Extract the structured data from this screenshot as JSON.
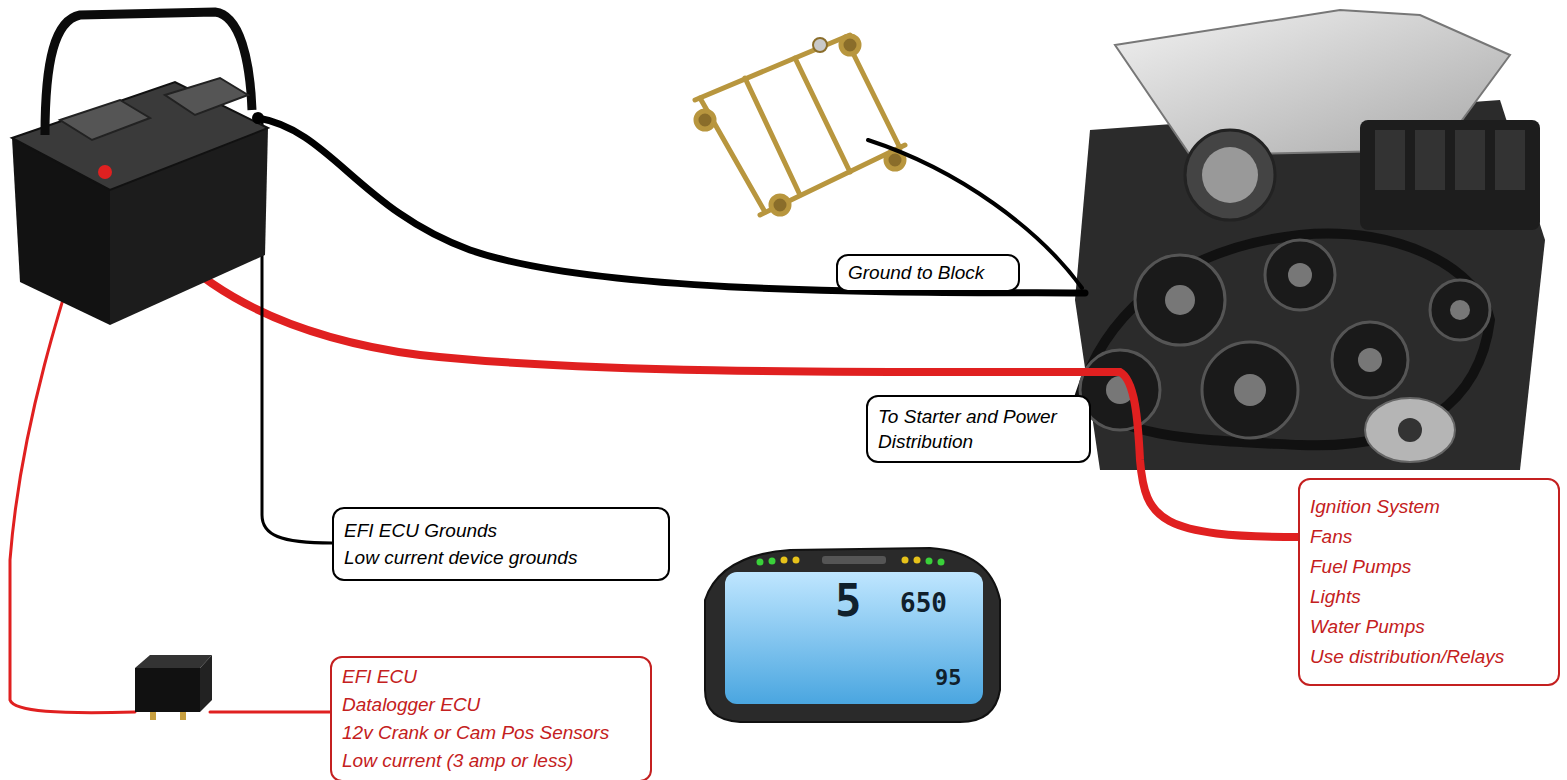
{
  "diagram": {
    "nodes": [
      {
        "text": [
          "Ground to Block"
        ]
      },
      {
        "text": [
          "To Starter and Power Distribution"
        ]
      },
      {
        "text": [
          "Ignition System",
          "Fans",
          "Fuel Pumps",
          "Lights",
          "Water Pumps",
          "Use distribution/Relays"
        ]
      },
      {
        "text": [
          "EFI ECU Grounds",
          "Low current device grounds"
        ]
      },
      {
        "text": [
          "EFI ECU",
          "Datalogger ECU",
          "12v Crank or Cam Pos Sensors",
          "Low current (3 amp or less)"
        ]
      }
    ],
    "labels": [
      "5",
      "650",
      "95"
    ]
  }
}
